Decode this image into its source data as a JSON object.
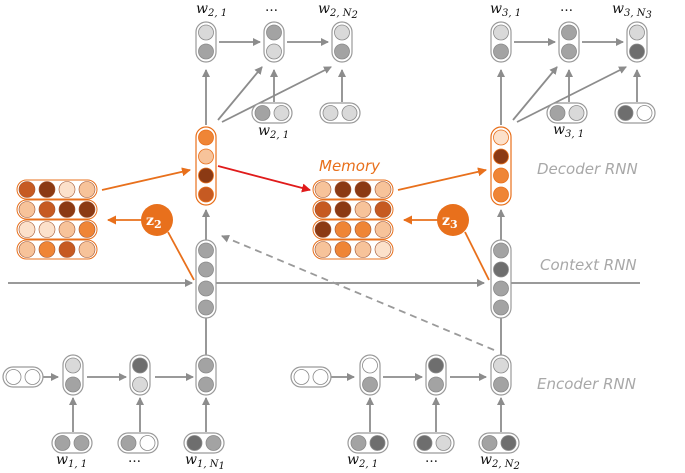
{
  "layers": {
    "decoder": "Decoder RNN",
    "context": "Context RNN",
    "encoder": "Encoder RNN"
  },
  "memory_label": "Memory",
  "latent": [
    {
      "sym": "z",
      "sub": "2"
    },
    {
      "sym": "z",
      "sub": "3"
    }
  ],
  "labels": {
    "enc1_w1": {
      "sym": "w",
      "sub": "1, 1"
    },
    "enc1_dots": "…",
    "enc1_wN": {
      "sym": "w",
      "sub": "1, N",
      "subsub": "1"
    },
    "enc2_w1": {
      "sym": "w",
      "sub": "2, 1"
    },
    "enc2_dots": "…",
    "enc2_wN": {
      "sym": "w",
      "sub": "2, N",
      "subsub": "2"
    },
    "dec2_top1": {
      "sym": "w",
      "sub": "2, 1"
    },
    "dec2_dots": "…",
    "dec2_topN": {
      "sym": "w",
      "sub": "2, N",
      "subsub": "2"
    },
    "dec2_in1": {
      "sym": "w",
      "sub": "2, 1"
    },
    "dec3_top1": {
      "sym": "w",
      "sub": "3, 1"
    },
    "dec3_dots": "…",
    "dec3_topN": {
      "sym": "w",
      "sub": "3, N",
      "subsub": "3"
    },
    "dec3_in1": {
      "sym": "w",
      "sub": "3, 1"
    }
  },
  "colors": {
    "memory_accent": "#e8701c",
    "memory_write": "#e01b1b",
    "arrow_gray": "#8c8c8c",
    "cell_dark": "#6e6e6e",
    "cell_mid": "#a3a3a3",
    "cell_light": "#d9d9d9",
    "cell_white": "#ffffff",
    "orange_dark": "#8b3a14",
    "orange_mid": "#c65a22",
    "orange": "#ef8536",
    "orange_light": "#f7c39a",
    "orange_pale": "#fce1cb"
  }
}
